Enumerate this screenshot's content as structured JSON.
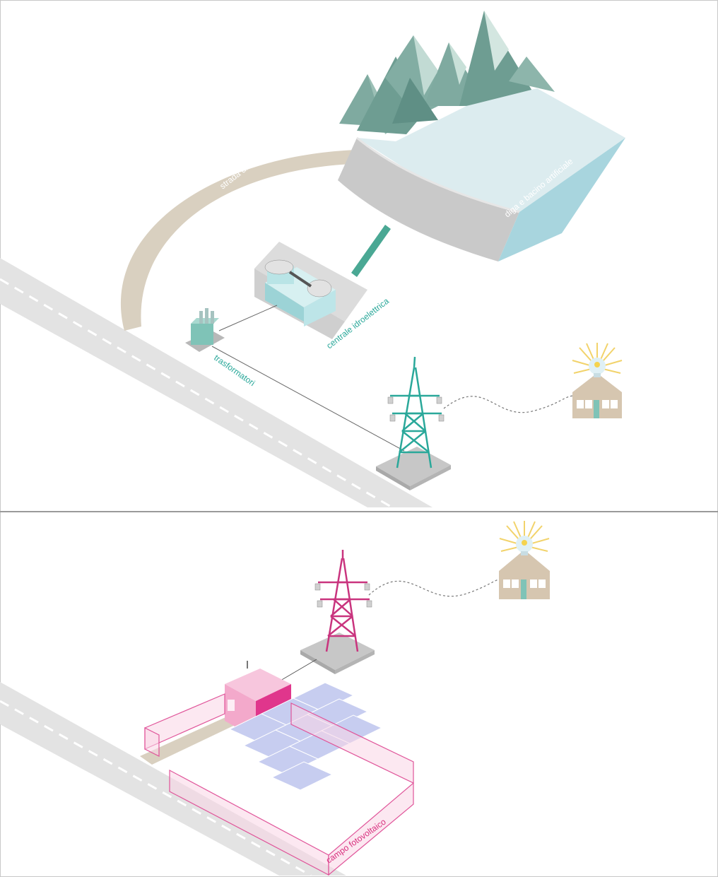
{
  "panels": [
    {
      "id": "hydroelectric",
      "labels": {
        "access_road": "strada di accesso",
        "dam": "diga e bacino artificiale",
        "plant": "centrale idroelettrica",
        "transformers": "trasformatori"
      }
    },
    {
      "id": "photovoltaic",
      "labels": {
        "pv_field": "campo fotovoltaico"
      }
    }
  ],
  "colors": {
    "hydro_accent": "#2aa89a",
    "mountain": "#7faaa0",
    "water": "#dcecef",
    "dam": "#c9c9c9",
    "road": "#e3e3e3",
    "access_road": "#d9d0c0",
    "house": "#d6c6b0",
    "pv_accent": "#d8307e",
    "panel": "#c7cdf0",
    "divider": "#9a9a9a"
  }
}
